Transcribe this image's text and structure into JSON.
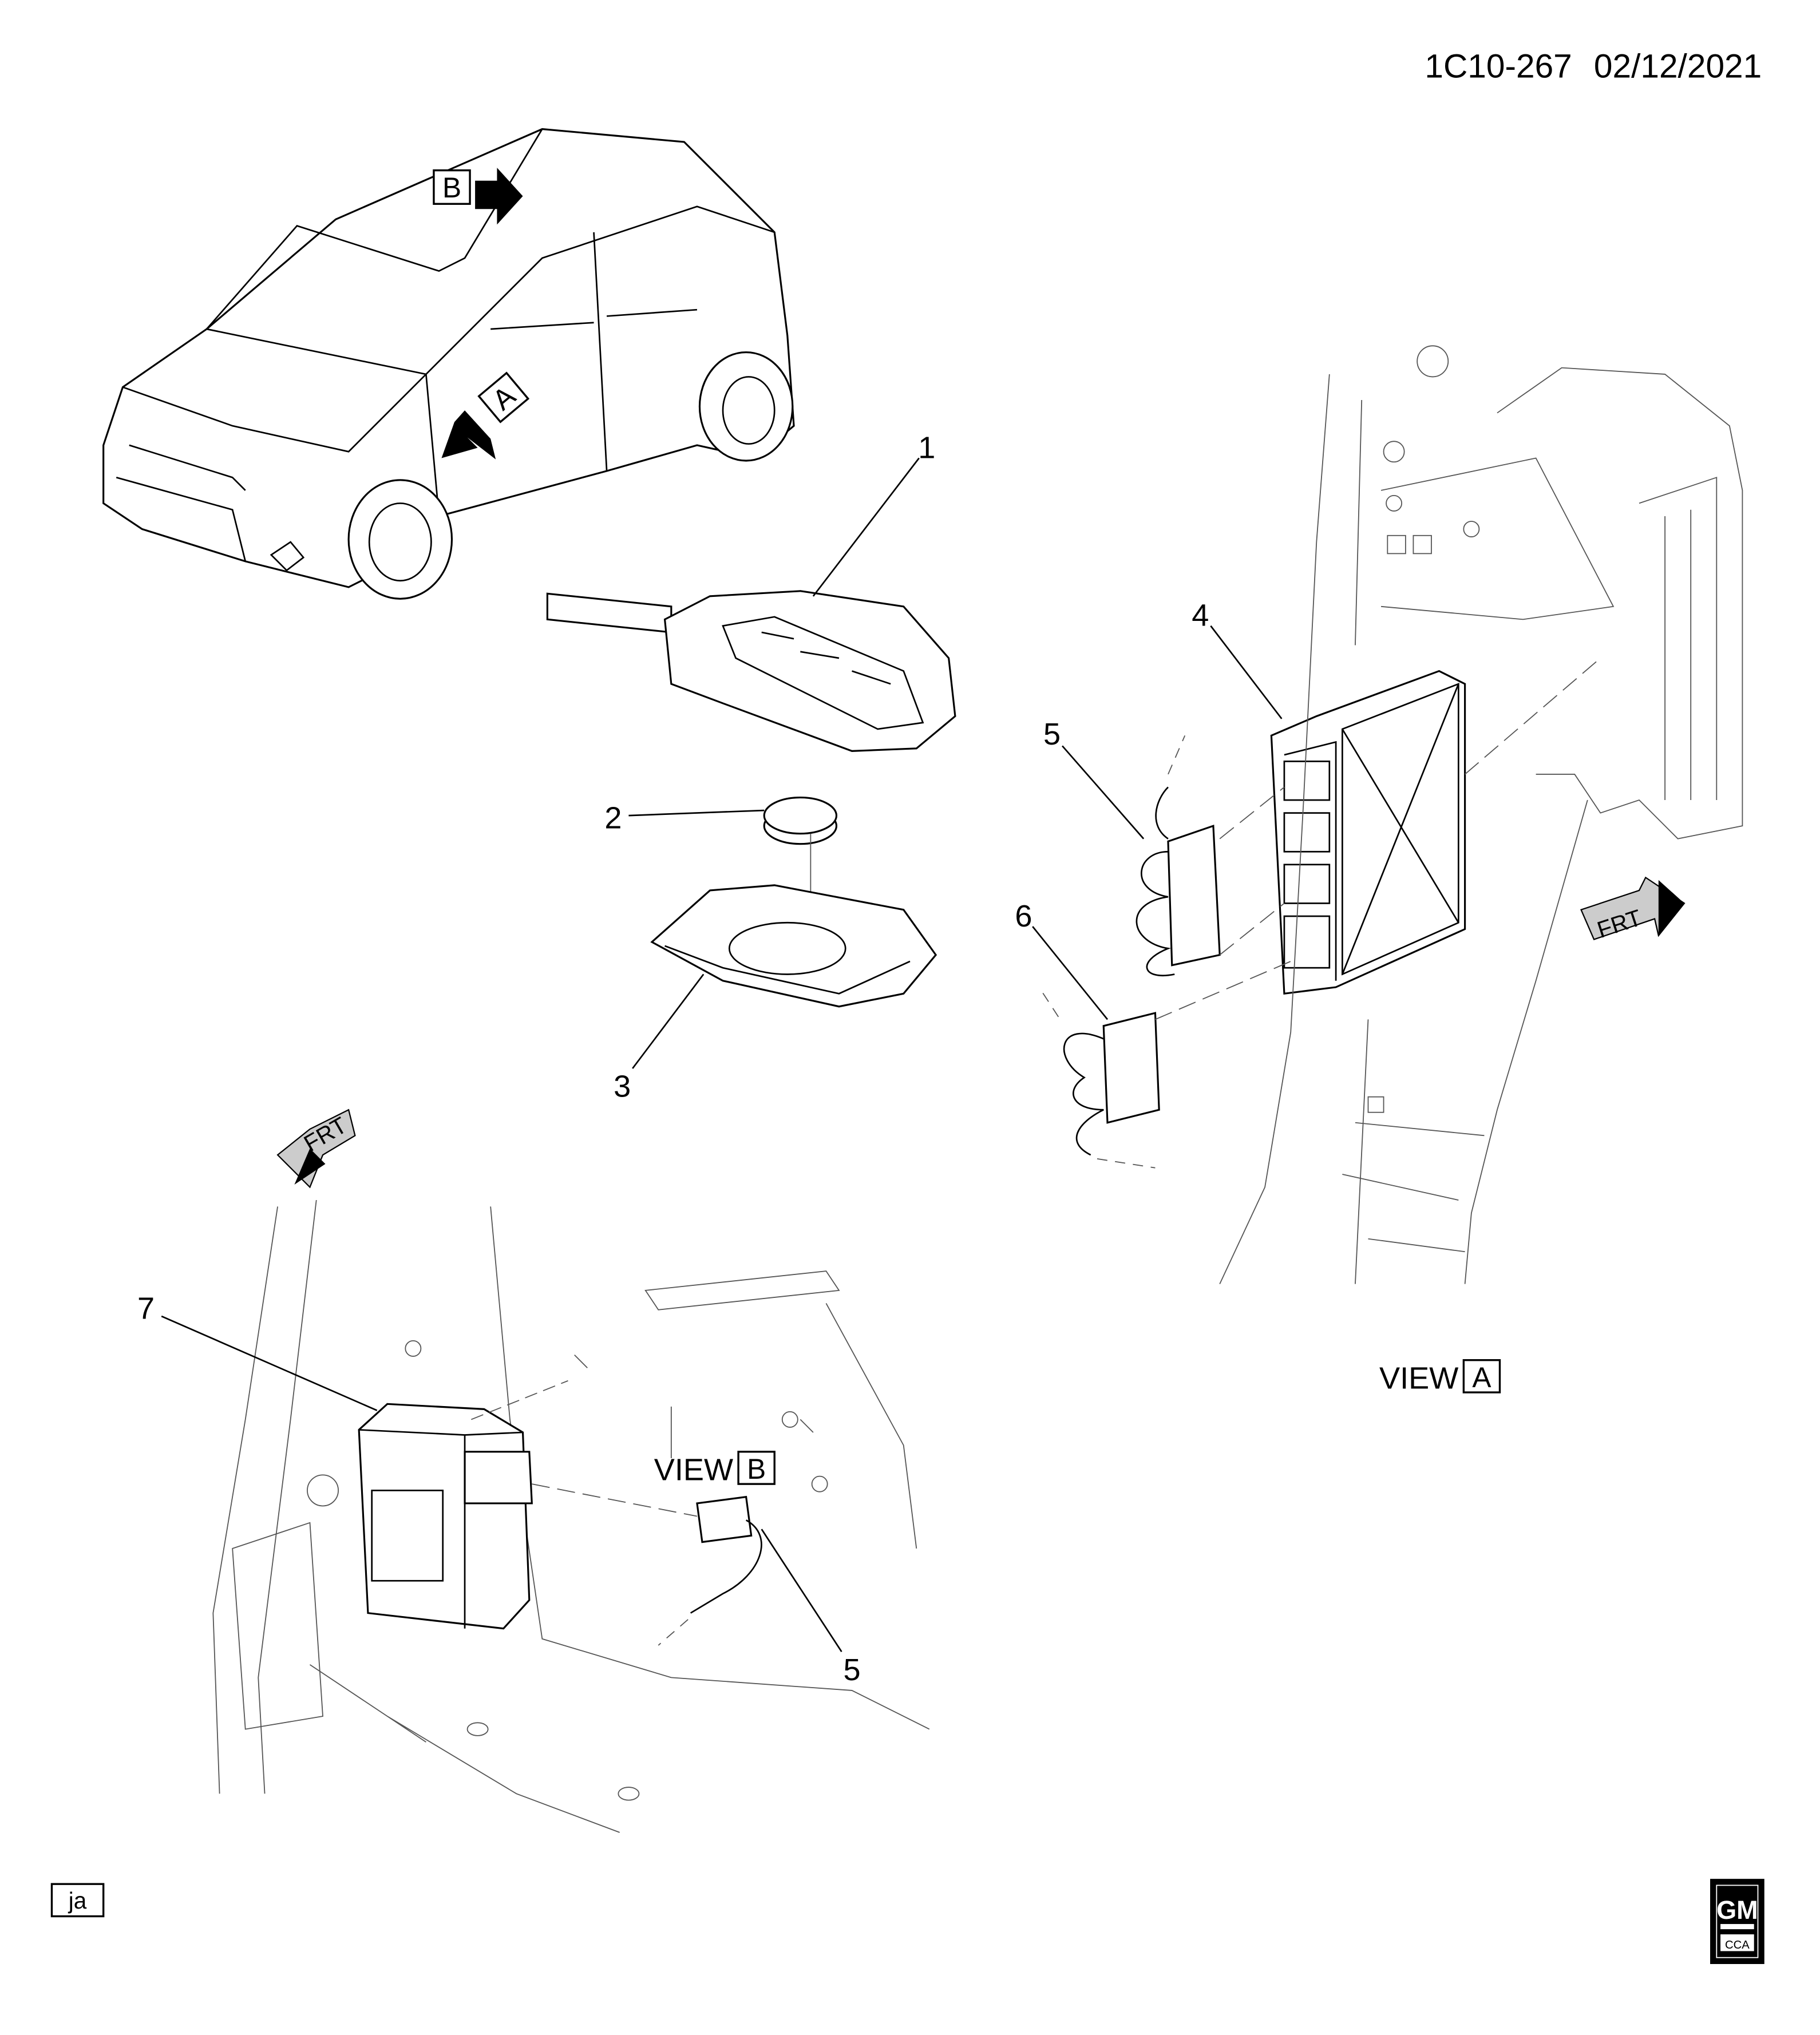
{
  "header": {
    "diagram_id": "1C10-267",
    "date": "02/12/2021"
  },
  "view_markers": {
    "a": "A",
    "b": "B"
  },
  "callouts": [
    "1",
    "2",
    "3",
    "4",
    "5",
    "6",
    "7",
    "5"
  ],
  "views": {
    "a": {
      "prefix": "VIEW",
      "letter": "A"
    },
    "b": {
      "prefix": "VIEW",
      "letter": "B"
    }
  },
  "frt_labels": [
    "FRT",
    "FRT"
  ],
  "footer": {
    "initials": "ja",
    "logo": {
      "brand": "GM",
      "sub": "CCA"
    }
  }
}
